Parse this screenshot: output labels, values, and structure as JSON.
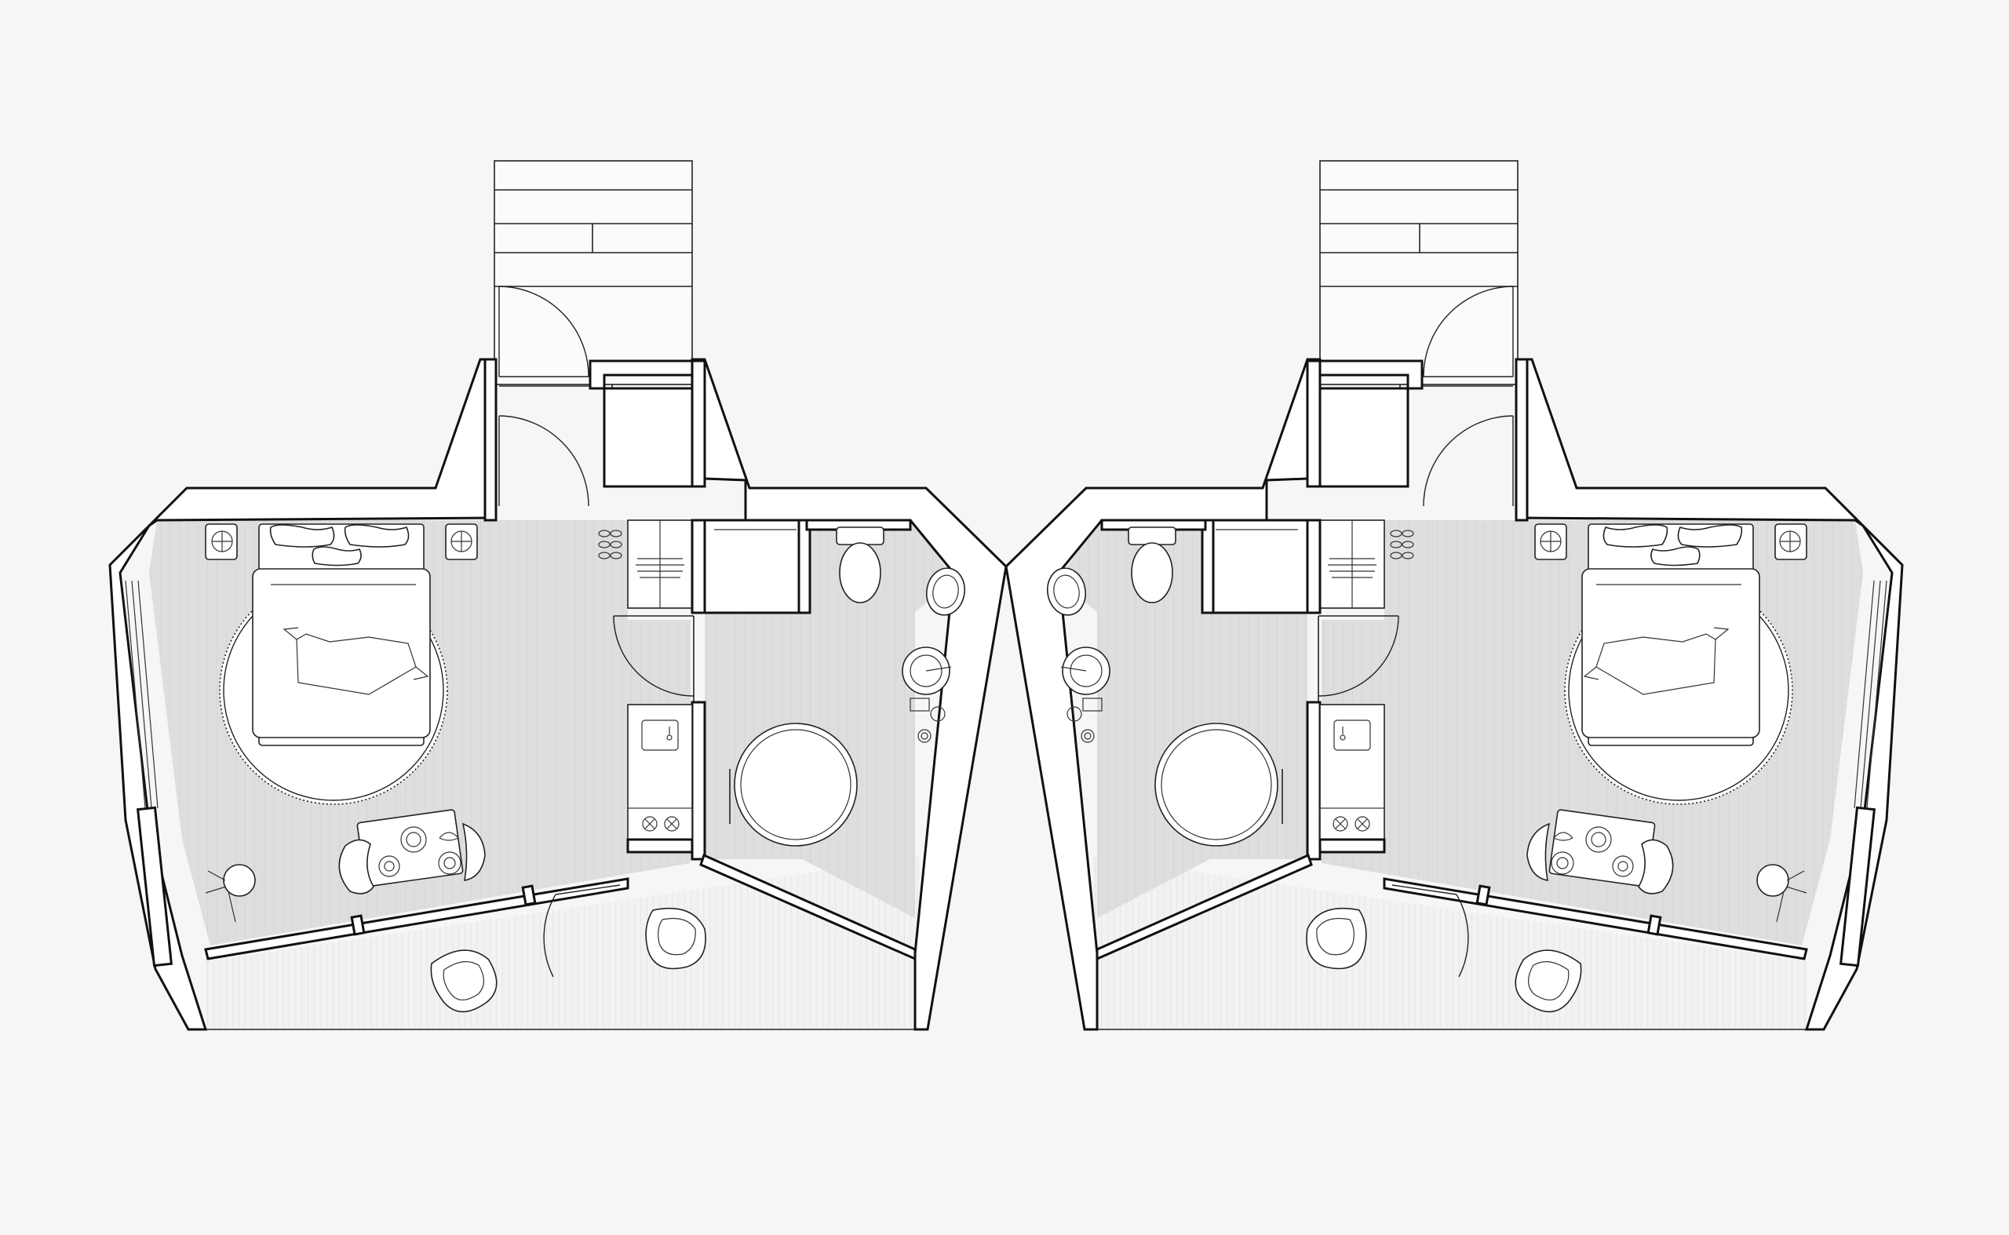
{
  "drawing": {
    "type": "architectural floor plan",
    "units": 2,
    "arrangement": "mirrored pair",
    "background_color": "#f7f6f4",
    "floor_tint": "#dedede",
    "line_color": "#111111"
  },
  "unit_left": {
    "rooms": [
      "bedroom-living",
      "kitchenette",
      "bathroom",
      "entry-closet",
      "balcony"
    ],
    "furniture": [
      "double-bed",
      "round-rug",
      "nightstand-left",
      "nightstand-right",
      "desk",
      "desk-chair",
      "floor-lamp",
      "wardrobe",
      "toilet",
      "sink",
      "round-shower",
      "balcony-chair-left",
      "balcony-chair-right",
      "cooktop",
      "kitchen-sink"
    ]
  },
  "unit_right": {
    "rooms": [
      "bedroom-living",
      "kitchenette",
      "bathroom",
      "entry-closet",
      "balcony"
    ],
    "furniture": [
      "double-bed",
      "round-rug",
      "nightstand-left",
      "nightstand-right",
      "desk",
      "desk-chair",
      "floor-lamp",
      "wardrobe",
      "toilet",
      "sink",
      "round-shower",
      "balcony-chair-left",
      "balcony-chair-right",
      "cooktop",
      "kitchen-sink"
    ]
  },
  "icons": {
    "bed": "bed-icon",
    "toilet": "toilet-icon",
    "sink": "sink-icon",
    "shower": "shower-icon",
    "lamp": "lamp-icon",
    "chair": "chair-icon",
    "cooktop": "cooktop-icon",
    "door": "door-swing-icon"
  }
}
